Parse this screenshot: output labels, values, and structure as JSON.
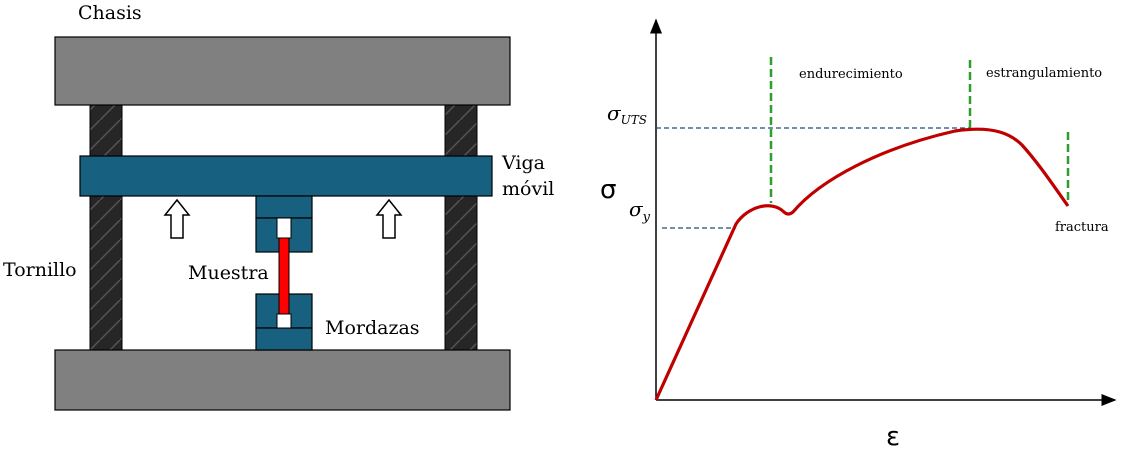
{
  "machine": {
    "labels": {
      "chasis": "Chasis",
      "viga_line1": "Viga",
      "viga_line2": "móvil",
      "tornillo": "Tornillo",
      "muestra": "Muestra",
      "mordazas": "Mordazas"
    },
    "colors": {
      "frame": "#808080",
      "beam": "#17607f",
      "screw": "#262626",
      "sample": "#ff0000"
    }
  },
  "graph": {
    "axis_x": "ε",
    "axis_y": "σ",
    "sigma_uts": "σ",
    "sigma_uts_sub": "UTS",
    "sigma_y": "σ",
    "sigma_y_sub": "y",
    "regions": {
      "endurecimiento": "endurecimiento",
      "estrangulamiento": "estrangulamiento",
      "fractura": "fractura"
    },
    "colors": {
      "curve": "#c00000",
      "guide": "#2e9e2e",
      "ref": "#1f4e79"
    }
  }
}
